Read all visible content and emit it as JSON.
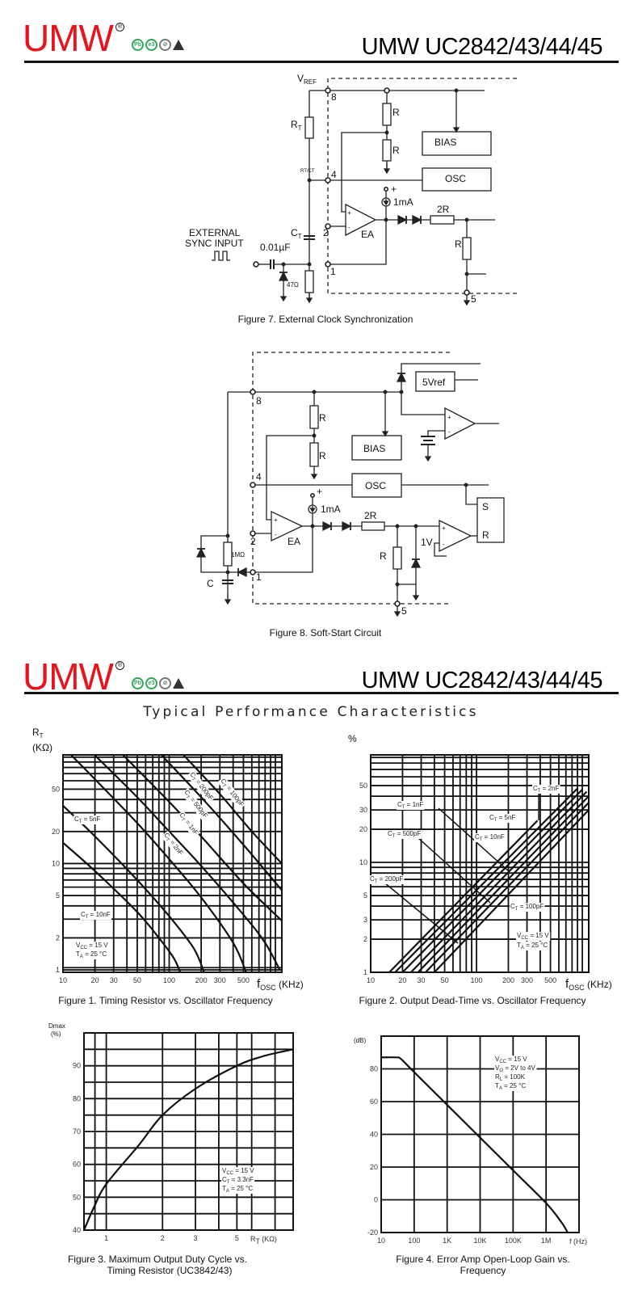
{
  "header": {
    "logo": "UMW",
    "registered": "®",
    "title": "UMW UC2842/43/44/45",
    "icons": [
      "pb-free-icon",
      "e3-icon",
      "rohs-icon",
      "esd-warning-icon"
    ],
    "icon_text": {
      "pb": "Pb",
      "e3": "e3"
    }
  },
  "figure7": {
    "caption": "Figure 7. External Clock Synchronization",
    "vref": "V",
    "vref_sub": "REF",
    "pin8": "8",
    "pin4": "4",
    "pin2": "2",
    "pin1": "1",
    "pin5": "5",
    "r_top": "R",
    "r_bottom": "R",
    "r_out": "R",
    "r2": "2R",
    "rt": "R",
    "rt_sub": "T",
    "rtct": "RT/CT",
    "ct": "C",
    "ct_sub": "T",
    "bias": "BIAS",
    "osc": "OSC",
    "ea": "EA",
    "current": "1mA",
    "plus": "+",
    "ext1": "EXTERNAL",
    "ext2": "SYNC INPUT",
    "cap": "0.01µF",
    "r47": "47Ω",
    "op_plus": "+",
    "op_minus": "-"
  },
  "figure8": {
    "caption": "Figure 8. Soft-Start Circuit",
    "pin8": "8",
    "pin4": "4",
    "pin2": "2",
    "pin1": "1",
    "pin5": "5",
    "r_top": "R",
    "r_bottom": "R",
    "r_out": "R",
    "r2": "2R",
    "bias": "BIAS",
    "osc": "OSC",
    "ea": "EA",
    "current": "1mA",
    "plus": "+",
    "vref5": "5Vref",
    "s": "S",
    "r": "R",
    "v1": "1V",
    "r1m": "1MΩ",
    "c": "C",
    "op_plus": "+",
    "op_minus": "-"
  },
  "section_title": "Typical Performance Characteristics",
  "chart_data": [
    {
      "type": "line",
      "title": "Figure 1. Timing Resistor vs. Oscillator Frequency",
      "xlabel": {
        "main": "f",
        "sub": "OSC",
        "unit": "(KHz)"
      },
      "ylabel": {
        "main": "R",
        "sub": "T",
        "unit": "(KΩ)"
      },
      "xscale": "log",
      "yscale": "log",
      "xlim": [
        10,
        1150
      ],
      "ylim": [
        0.95,
        105
      ],
      "x_ticks": [
        {
          "v": 10,
          "label": "10"
        },
        {
          "v": 20,
          "label": "20"
        },
        {
          "v": 30,
          "label": "30"
        },
        {
          "v": 50,
          "label": "50"
        },
        {
          "v": 100,
          "label": "100"
        },
        {
          "v": 200,
          "label": "200"
        },
        {
          "v": 300,
          "label": "300"
        },
        {
          "v": 500,
          "label": "500"
        }
      ],
      "y_ticks": [
        {
          "v": 1,
          "label": "1"
        },
        {
          "v": 2,
          "label": "2"
        },
        {
          "v": 5,
          "label": "5"
        },
        {
          "v": 10,
          "label": "10"
        },
        {
          "v": 20,
          "label": "20"
        },
        {
          "v": 50,
          "label": "50"
        }
      ],
      "grid_x": [
        10,
        20,
        30,
        40,
        50,
        60,
        70,
        80,
        90,
        100,
        200,
        300,
        400,
        500,
        600,
        700,
        800,
        900,
        1000
      ],
      "grid_y": [
        1,
        1.05,
        2,
        3,
        4,
        5,
        6,
        7,
        8,
        9,
        10,
        20,
        30,
        40,
        50,
        60,
        70,
        80,
        90,
        100
      ],
      "series": [
        {
          "label": {
            "sym": "C",
            "sub": "T",
            "val": "= 10nF"
          },
          "points": [
            [
              10,
              15.7
            ],
            [
              20,
              8.5
            ],
            [
              50,
              3.5
            ],
            [
              80,
              2.0
            ],
            [
              110,
              1.3
            ],
            [
              127,
              0.95
            ]
          ]
        },
        {
          "label": {
            "sym": "C",
            "sub": "T",
            "val": "= 5nF"
          },
          "points": [
            [
              10,
              35
            ],
            [
              20,
              18
            ],
            [
              50,
              7
            ],
            [
              100,
              3.2
            ],
            [
              170,
              1.6
            ],
            [
              213,
              0.95
            ]
          ]
        },
        {
          "label": {
            "sym": "C",
            "sub": "T",
            "val": "= 2nF"
          },
          "points": [
            [
              12,
              104
            ],
            [
              20,
              62
            ],
            [
              50,
              24
            ],
            [
              100,
              11
            ],
            [
              200,
              4.8
            ],
            [
              400,
              1.8
            ],
            [
              530,
              0.95
            ]
          ]
        },
        {
          "label": {
            "sym": "C",
            "sub": "T",
            "val": "= 1nF"
          },
          "points": [
            [
              20,
              104
            ],
            [
              50,
              42
            ],
            [
              100,
              20
            ],
            [
              200,
              9.5
            ],
            [
              500,
              3.3
            ],
            [
              800,
              1.8
            ],
            [
              1100,
              1.0
            ]
          ]
        },
        {
          "label": {
            "sym": "C",
            "sub": "T",
            "val": "= 500pF"
          },
          "points": [
            [
              37,
              104
            ],
            [
              100,
              38
            ],
            [
              200,
              18
            ],
            [
              500,
              6.5
            ],
            [
              1150,
              2.9
            ]
          ]
        },
        {
          "label": {
            "sym": "C",
            "sub": "T",
            "val": "= 200pF"
          },
          "points": [
            [
              85,
              104
            ],
            [
              200,
              42
            ],
            [
              500,
              15
            ],
            [
              1150,
              5.6
            ]
          ]
        },
        {
          "label": {
            "sym": "C",
            "sub": "T",
            "val": "= 100pF"
          },
          "points": [
            [
              137,
              104
            ],
            [
              300,
              45
            ],
            [
              600,
              20
            ],
            [
              1150,
              10
            ]
          ]
        }
      ],
      "conditions": [
        {
          "sym": "V",
          "sub": "CC",
          "val": "= 15 V"
        },
        {
          "sym": "T",
          "sub": "A",
          "val": "= 25 °C"
        }
      ]
    },
    {
      "type": "line",
      "title": "Figure 2. Output Dead-Time vs. Oscillator Frequency",
      "xlabel": {
        "main": "f",
        "sub": "OSC",
        "unit": "(KHz)"
      },
      "ylabel": {
        "main": "%",
        "sub": "",
        "unit": ""
      },
      "xscale": "log",
      "yscale": "log",
      "xlim": [
        10,
        1150
      ],
      "ylim": [
        1,
        95
      ],
      "x_ticks": [
        {
          "v": 10,
          "label": "10"
        },
        {
          "v": 20,
          "label": "20"
        },
        {
          "v": 30,
          "label": "30"
        },
        {
          "v": 50,
          "label": "50"
        },
        {
          "v": 100,
          "label": "100"
        },
        {
          "v": 200,
          "label": "200"
        },
        {
          "v": 300,
          "label": "300"
        },
        {
          "v": 500,
          "label": "500"
        }
      ],
      "y_ticks": [
        {
          "v": 1,
          "label": "1"
        },
        {
          "v": 2,
          "label": "2"
        },
        {
          "v": 3,
          "label": "3"
        },
        {
          "v": 5,
          "label": "5"
        },
        {
          "v": 10,
          "label": "10"
        },
        {
          "v": 20,
          "label": "20"
        },
        {
          "v": 30,
          "label": "30"
        },
        {
          "v": 50,
          "label": "50"
        }
      ],
      "grid_x": [
        10,
        20,
        30,
        40,
        50,
        60,
        70,
        80,
        90,
        100,
        200,
        300,
        400,
        500,
        600,
        700,
        800,
        900,
        1000
      ],
      "grid_y": [
        1,
        2,
        3,
        4,
        5,
        6,
        7,
        8,
        9,
        10,
        20,
        30,
        40,
        50,
        60,
        70,
        80,
        90
      ],
      "series": [
        {
          "label": {
            "sym": "C",
            "sub": "T",
            "val": "= 2nF"
          },
          "points": [
            [
              15,
              1
            ],
            [
              377,
              24
            ]
          ]
        },
        {
          "label": {
            "sym": "C",
            "sub": "T",
            "val": "= 1nF"
          },
          "points": [
            [
              17,
              1
            ],
            [
              900,
              47
            ]
          ]
        },
        {
          "label": {
            "sym": "C",
            "sub": "T",
            "val": "= 5nF"
          },
          "points": [
            [
              20,
              1
            ],
            [
              1000,
              46
            ]
          ]
        },
        {
          "label": {
            "sym": "C",
            "sub": "T",
            "val": "= 500pF"
          },
          "points": [
            [
              24,
              1
            ],
            [
              1100,
              44
            ]
          ]
        },
        {
          "label": {
            "sym": "C",
            "sub": "T",
            "val": "= 10nF"
          },
          "points": [
            [
              28,
              1
            ],
            [
              1150,
              40
            ]
          ]
        },
        {
          "label": {
            "sym": "C",
            "sub": "T",
            "val": "= 200pF"
          },
          "points": [
            [
              33,
              1
            ],
            [
              1150,
              35
            ]
          ]
        },
        {
          "label": {
            "sym": "C",
            "sub": "T",
            "val": "= 100pF"
          },
          "points": [
            [
              40,
              1
            ],
            [
              1150,
              30
            ]
          ]
        }
      ],
      "conditions": [
        {
          "sym": "V",
          "sub": "CC",
          "val": "= 15 V"
        },
        {
          "sym": "T",
          "sub": "A",
          "val": "= 25 °C"
        }
      ]
    },
    {
      "type": "line",
      "title": "Figure 3. Maximum Output Duty Cycle vs.",
      "title2": "Timing Resistor (UC3842/43)",
      "xlabel": {
        "main": "R",
        "sub": "T",
        "unit": "(KΩ)"
      },
      "ylabel": {
        "main": "Dmax",
        "sub": "",
        "unit": "(%)"
      },
      "xscale": "log",
      "yscale": "linear",
      "xlim": [
        0.76,
        10
      ],
      "ylim": [
        40,
        100
      ],
      "x_ticks": [
        {
          "v": 1,
          "label": "1"
        },
        {
          "v": 2,
          "label": "2"
        },
        {
          "v": 3,
          "label": "3"
        },
        {
          "v": 5,
          "label": "5"
        }
      ],
      "y_ticks": [
        {
          "v": 40,
          "label": "40"
        },
        {
          "v": 50,
          "label": "50"
        },
        {
          "v": 60,
          "label": "60"
        },
        {
          "v": 70,
          "label": "70"
        },
        {
          "v": 80,
          "label": "80"
        },
        {
          "v": 90,
          "label": "90"
        }
      ],
      "grid_x": [
        0.87,
        1,
        2,
        3,
        4,
        5,
        6,
        8
      ],
      "grid_y": [
        45,
        50,
        55,
        60,
        65,
        70,
        75,
        80,
        85,
        90,
        95
      ],
      "series": [
        {
          "label": null,
          "points": [
            [
              0.76,
              40
            ],
            [
              0.86,
              47
            ],
            [
              1,
              54
            ],
            [
              1.5,
              66
            ],
            [
              2,
              75
            ],
            [
              3,
              83
            ],
            [
              5,
              90
            ],
            [
              7,
              93
            ],
            [
              10,
              95
            ]
          ]
        }
      ],
      "conditions": [
        {
          "sym": "V",
          "sub": "CC",
          "val": "= 15 V"
        },
        {
          "sym": "C",
          "sub": "T",
          "val": "= 3.3nF"
        },
        {
          "sym": "T",
          "sub": "A",
          "val": "= 25 °C"
        }
      ]
    },
    {
      "type": "line",
      "title": "Figure 4. Error Amp Open-Loop Gain vs.",
      "title2": "Frequency",
      "xlabel": {
        "main": "f",
        "sub": "",
        "unit": "(Hz)"
      },
      "ylabel": {
        "main": "(dB)",
        "sub": "",
        "unit": ""
      },
      "xscale": "log",
      "yscale": "linear",
      "xlim": [
        10,
        10000000
      ],
      "ylim": [
        -20,
        100
      ],
      "x_ticks": [
        {
          "v": 10,
          "label": "10"
        },
        {
          "v": 100,
          "label": "100"
        },
        {
          "v": 1000,
          "label": "1K"
        },
        {
          "v": 10000,
          "label": "10K"
        },
        {
          "v": 100000,
          "label": "100K"
        },
        {
          "v": 1000000,
          "label": "1M"
        }
      ],
      "y_ticks": [
        {
          "v": -20,
          "label": "-20"
        },
        {
          "v": 0,
          "label": "0"
        },
        {
          "v": 20,
          "label": "20"
        },
        {
          "v": 40,
          "label": "40"
        },
        {
          "v": 60,
          "label": "60"
        },
        {
          "v": 80,
          "label": "80"
        }
      ],
      "grid_x": [
        100,
        1000,
        10000,
        100000,
        1000000
      ],
      "grid_y": [
        0,
        20,
        40,
        60,
        80
      ],
      "series": [
        {
          "label": null,
          "points": [
            [
              10,
              87
            ],
            [
              30,
              87
            ],
            [
              40,
              86
            ],
            [
              100,
              78
            ],
            [
              1000,
              58
            ],
            [
              10000,
              38
            ],
            [
              100000,
              18
            ],
            [
              1000000,
              -2
            ],
            [
              3000000,
              -14
            ],
            [
              4500000,
              -20
            ]
          ]
        }
      ],
      "conditions": [
        {
          "sym": "V",
          "sub": "CC",
          "val": "= 15 V"
        },
        {
          "sym": "V",
          "sub": "O",
          "val": "= 2V to 4V"
        },
        {
          "sym": "R",
          "sub": "L",
          "val": "= 100K"
        },
        {
          "sym": "T",
          "sub": "A",
          "val": "= 25 °C"
        }
      ]
    }
  ]
}
